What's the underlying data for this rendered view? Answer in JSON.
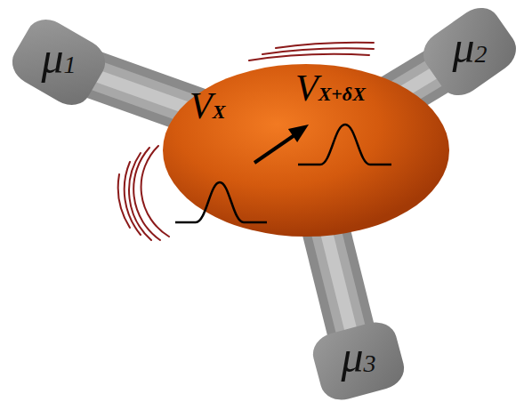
{
  "diagram": {
    "nodes": [
      {
        "text": [
          "μ1"
        ]
      },
      {
        "text": [
          "μ2"
        ]
      },
      {
        "text": [
          "VX",
          "VX+δX"
        ]
      },
      {
        "text": [
          "μ3"
        ]
      }
    ],
    "edges": [
      {
        "from": 2,
        "to": 0,
        "arrow": "none"
      },
      {
        "from": 2,
        "to": 1,
        "arrow": "none"
      },
      {
        "from": 2,
        "to": 3,
        "arrow": "none"
      }
    ]
  }
}
